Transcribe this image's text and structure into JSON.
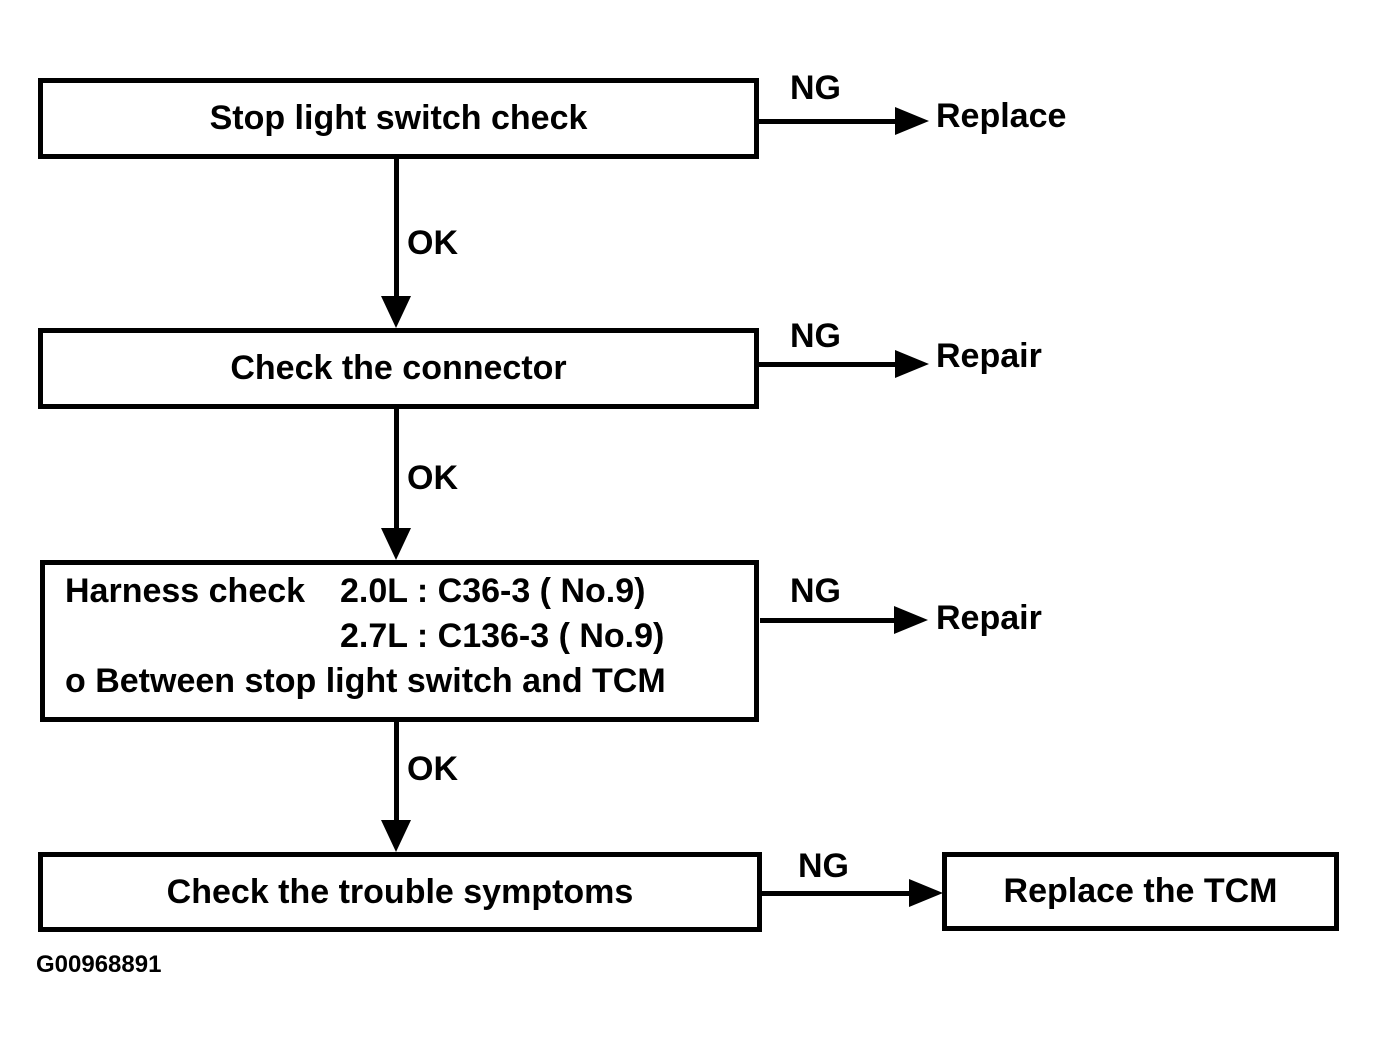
{
  "figure_id": "G00968891",
  "colors": {
    "ink": "#000000",
    "paper": "#ffffff"
  },
  "steps": [
    {
      "label": "Stop light switch check",
      "ok": "OK",
      "ng": "NG",
      "ng_result": "Replace"
    },
    {
      "label": "Check the connector",
      "ok": "OK",
      "ng": "NG",
      "ng_result": "Repair"
    },
    {
      "label": "Harness check",
      "specs": [
        "2.0L : C36-3 ( No.9)",
        "2.7L : C136-3 ( No.9)"
      ],
      "note": "o Between stop light switch and TCM",
      "ok": "OK",
      "ng": "NG",
      "ng_result": "Repair"
    },
    {
      "label": "Check the trouble symptoms",
      "ng": "NG",
      "ng_result": "Replace the TCM"
    }
  ]
}
